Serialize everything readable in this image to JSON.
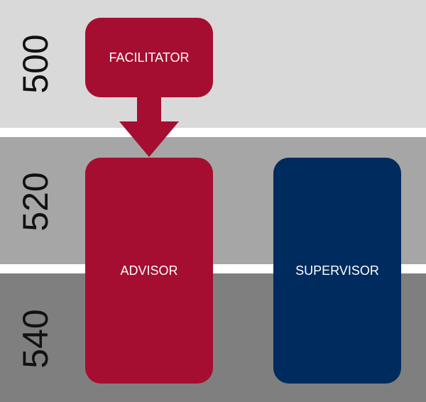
{
  "levels": {
    "top": "500",
    "middle": "520",
    "bottom": "540"
  },
  "roles": {
    "facilitator": "FACILITATOR",
    "advisor": "ADVISOR",
    "supervisor": "SUPERVISOR"
  },
  "colors": {
    "crimson": "#a50e30",
    "navy": "#002b5e",
    "band_light": "#d9d9d9",
    "band_mid": "#a6a6a6",
    "band_dark": "#7f7f7f"
  }
}
